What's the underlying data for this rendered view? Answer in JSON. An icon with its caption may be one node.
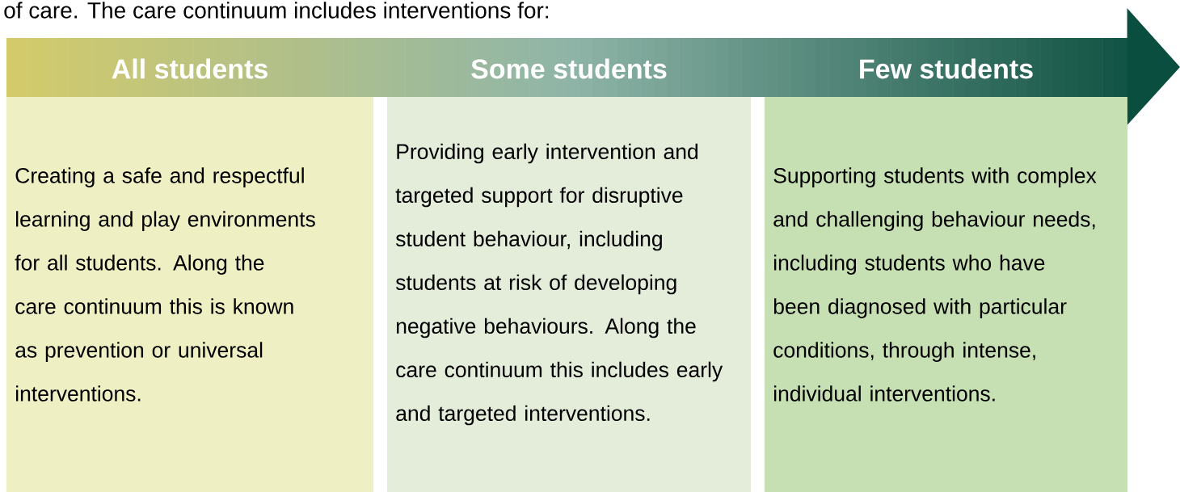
{
  "diagram": {
    "nodes": [
      {
        "text": [
          "All students",
          "Creating a safe and respectful learning and play environments for all students. Along the care continuum this is known as prevention or universal interventions."
        ]
      },
      {
        "text": [
          "Some students",
          "Providing early intervention and targeted support for disruptive student behaviour, including students at risk of developing negative behaviours. Along the care continuum this includes early and targeted interventions."
        ]
      },
      {
        "text": [
          "Few students",
          "Supporting students with complex and challenging behaviour needs, including students who have been diagnosed with particular conditions, through intense, individual interventions."
        ]
      }
    ],
    "labels": [
      "of care. The care continuum includes interventions for:"
    ]
  }
}
